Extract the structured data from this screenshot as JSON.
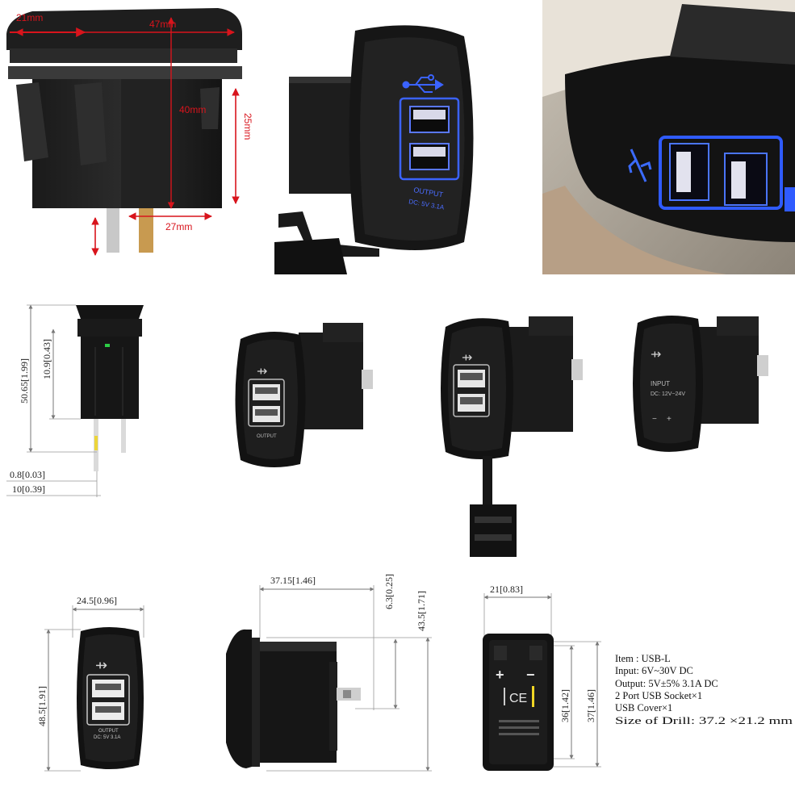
{
  "photo_dimensions": {
    "width_top": "47mm",
    "edge": "21mm",
    "body_height": "40mm",
    "depth": "25mm",
    "terminal_gap": "27mm"
  },
  "socket_label": {
    "output_line1": "OUTPUT",
    "output_line2": "DC: 5V 3.1A",
    "input_line1": "INPUT",
    "input_line2": "DC: 12V~24V"
  },
  "side_drawing": {
    "height_total": "50.65[1.99]",
    "height_top": "10.9[0.43]",
    "terminal_thickness": "0.8[0.03]",
    "terminal_length": "10[0.39]"
  },
  "front_drawing": {
    "width": "24.5[0.96]",
    "height": "48.5[1.91]"
  },
  "profile_drawing": {
    "depth": "37.15[1.46]",
    "flange": "6.3[0.25]",
    "height": "43.5[1.71]"
  },
  "back_drawing": {
    "width": "21[0.83]",
    "inner_height": "36[1.42]",
    "outer_height": "37[1.46]",
    "plus": "+",
    "minus": "−",
    "ce": "CE"
  },
  "specs": [
    "Item : USB-L",
    "Input: 6V~30V DC",
    "Output: 5V±5%  3.1A DC",
    "2 Port USB Socket×1",
    "USB Cover×1",
    "Size of Drill: 37.2 ×21.2 mm"
  ],
  "colors": {
    "accent_blue": "#2f5bff",
    "dimension_red": "#d8141c",
    "line": "#777777"
  }
}
